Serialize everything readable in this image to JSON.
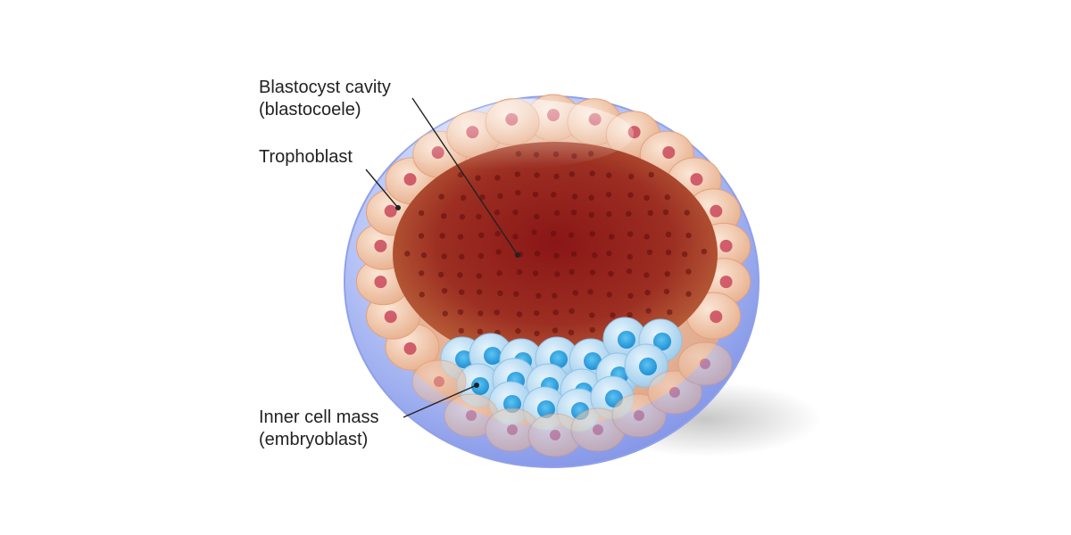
{
  "labels": {
    "cavity": {
      "line1": "Blastocyst cavity",
      "line2": "(blastocoele)"
    },
    "trophoblast": {
      "line1": "Trophoblast"
    },
    "inner_cell_mass": {
      "line1": "Inner cell mass",
      "line2": "(embryoblast)"
    }
  },
  "colors": {
    "zona": "#a9b8f2",
    "trophoblast_cell": "#f2c9a8",
    "trophoblast_nucleus": "#c9485a",
    "cavity_center": "#8c1c18",
    "cavity_edge": "#b8603a",
    "icm_cell": "#b7dcf3",
    "icm_nucleus": "#2aa0e0",
    "leader": "#222222"
  }
}
